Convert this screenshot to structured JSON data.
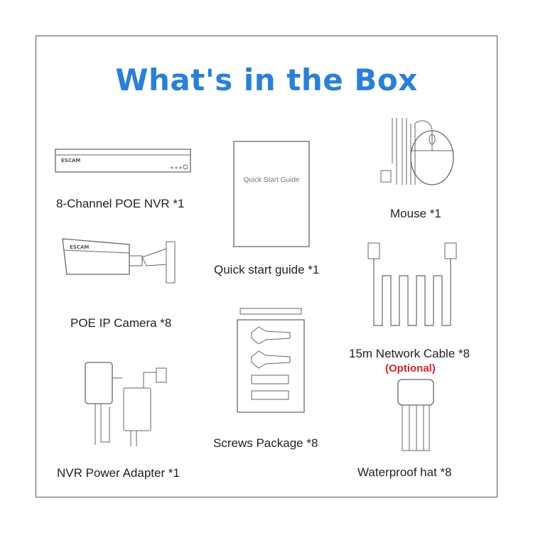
{
  "title": "What's in the Box",
  "items": {
    "nvr": {
      "label": "8-Channel POE NVR  *1",
      "brand": "ESCAM"
    },
    "guide": {
      "label": "Quick start guide  *1",
      "cover_text": "Quick Start Guide"
    },
    "mouse": {
      "label": "Mouse  *1"
    },
    "camera": {
      "label": "POE IP Camera  *8",
      "brand": "ESCAM"
    },
    "cable": {
      "label": "15m Network Cable *8",
      "note": "(Optional)"
    },
    "screws": {
      "label": "Screws Package *8"
    },
    "adapter": {
      "label": "NVR Power Adapter  *1"
    },
    "hat": {
      "label": "Waterproof hat  *8"
    }
  },
  "colors": {
    "title": "#2b7fd8",
    "optional": "#d8262b",
    "line": "#666666"
  }
}
